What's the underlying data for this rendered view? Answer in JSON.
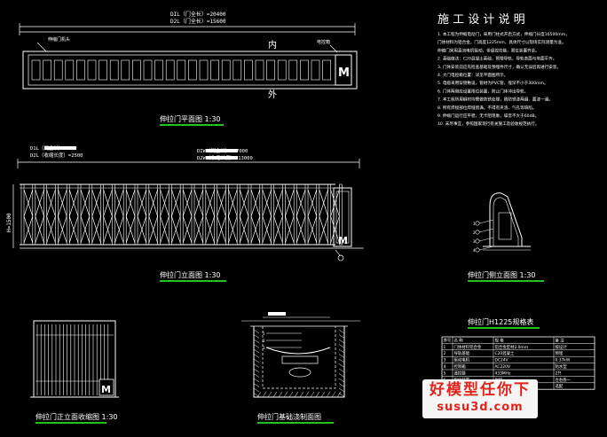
{
  "design_notes": {
    "title": "施 工 设 计 说 明",
    "lines": [
      "1. 本工程为伸缩电动门，采用门柱式开启方式，伸缩门长度16500mm，",
      "   门体材料为铝合金，门高度1225mm，具体尺寸以现场实际测量为准。",
      "   伸缩门采用直流电机驱动，带遥控功能，限位装置齐全。",
      "2. 基础做法：C20混凝土基础，预埋导轨，导轨表面与地面平齐。",
      "3. 门体安装前应先检查基础及预埋件尺寸，确认无误后再进行安装。",
      "4. 大门电控箱位置：详见平面图所示。",
      "5. 电缆采用穿管敷设，管材为PVC管，埋深不小于300mm。",
      "6. 门体两侧应设置限位装置，防止门体冲出导轨。",
      "7. 本工程所用钢材均需做防锈处理，刷防锈漆两遍、面漆一遍。",
      "8. 所有焊接部位焊缝饱满，不得有夹渣、气孔等缺陷。",
      "9. 伸缩门运行应平稳，无卡阻现象，噪音不大于60dB。",
      "10. 未尽事宜，参照国家现行有关施工及验收规范执行。"
    ]
  },
  "plan_view": {
    "dim_line_1": "DIL（门全长）=20400",
    "dim_line_2": "D2L（门全长）=15600",
    "label_inner": "内",
    "label_outer": "外",
    "callout_left": "伸缩门机头",
    "callout_right": "电控箱",
    "caption": "伸拉门平面图 1:30"
  },
  "elevation_view": {
    "dim_left_1": "D1L（门全长）=34",
    "dim_left_2": "D2L（收缩长度）=2500",
    "dim_right_1": "DIW（门全长）=17000",
    "dim_right_2": "D2W（收缩长度）=13000",
    "height_label": "H=1500",
    "caption": "伸拉门立面图 1:30",
    "motor_mark": "M"
  },
  "side_view": {
    "caption": "伸拉门侧立面图 1:30",
    "callouts": [
      "1",
      "2",
      "3",
      "4"
    ]
  },
  "collapsed_view": {
    "caption": "伸拉门正立面收缩图 1:30",
    "motor_mark": "M"
  },
  "foundation_view": {
    "caption": "伸拉门基础浇制面图",
    "callouts": [
      "1",
      "2",
      "3"
    ]
  },
  "spec_table": {
    "title": "伸拉门H1225规格表",
    "headers": [
      "序号",
      "名 称",
      "规 格",
      "备 注"
    ],
    "rows": [
      [
        "1",
        "门体材料铝合金",
        "铝合金型材2.0mm",
        "按设计"
      ],
      [
        "2",
        "导轨基础",
        "C20混凝土",
        "预埋"
      ],
      [
        "3",
        "驱动电机",
        "DC24V",
        "0.37kW"
      ],
      [
        "4",
        "控制箱",
        "AC220V",
        "防水型"
      ],
      [
        "5",
        "遥控器",
        "433MHz",
        "2只"
      ],
      [
        "6",
        "限位装置",
        "磁控",
        "左右各一"
      ],
      [
        "7",
        "安全装置",
        "红外",
        "选配"
      ]
    ]
  },
  "watermark": {
    "line1": "好模型任你下",
    "line2": "susu3d.com"
  },
  "colors": {
    "caption_underline": "#21c321",
    "line_white": "#ffffff",
    "line_grey": "#9a9a9a",
    "watermark_red": "#e2231a"
  }
}
